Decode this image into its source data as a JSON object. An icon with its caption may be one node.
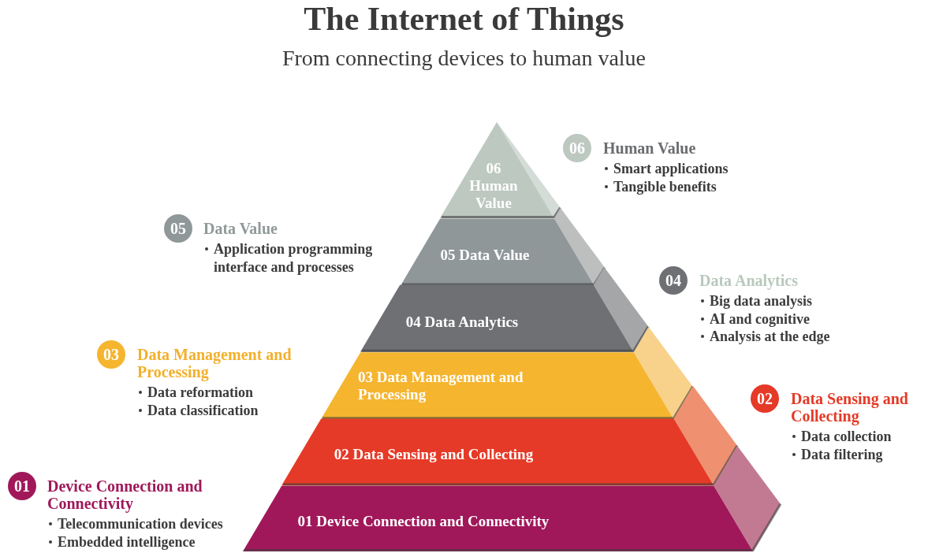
{
  "diagram": {
    "title": "The Internet of Things",
    "nodes": [
      {
        "text": [
          "06 Human Value"
        ]
      },
      {
        "text": [
          "05 Data Value"
        ]
      },
      {
        "text": [
          "04 Data Analytics"
        ]
      },
      {
        "text": [
          "03 Data Management and Processing"
        ]
      },
      {
        "text": [
          "02 Data Sensing and Collecting"
        ]
      },
      {
        "text": [
          "01 Device Connection and Connectivity"
        ]
      },
      {
        "text": [
          "06"
        ],
        "beside": [
          "Human Value",
          "Smart applications",
          "Tangible benefits"
        ]
      },
      {
        "text": [
          "05"
        ],
        "beside": [
          "Data Value",
          "Application programming interface and processes"
        ]
      },
      {
        "text": [
          "04"
        ],
        "beside": [
          "Data Analytics",
          "Big data analysis",
          "AI and cognitive",
          "Analysis at the edge"
        ]
      },
      {
        "text": [
          "03"
        ],
        "beside": [
          "Data Management and Processing",
          "Data reformation",
          "Data classification"
        ]
      },
      {
        "text": [
          "02"
        ],
        "beside": [
          "Data Sensing and Collecting",
          "Data collection",
          "Data filtering"
        ]
      },
      {
        "text": [
          "01"
        ],
        "beside": [
          "Device Connection and Connectivity",
          "Telecommunication devices",
          "Embedded intelligence"
        ]
      }
    ],
    "labels": [
      "From connecting devices to human value"
    ]
  }
}
